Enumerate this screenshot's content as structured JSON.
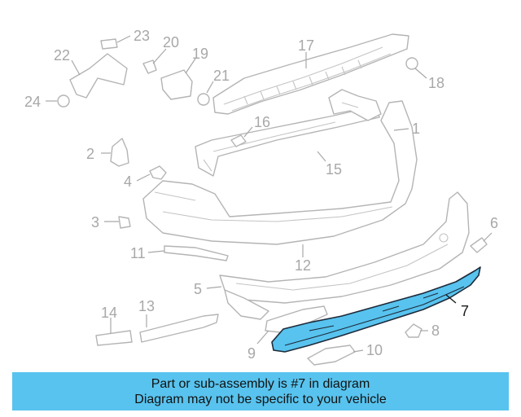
{
  "diagram": {
    "highlighted_part": "7",
    "callouts": {
      "c1": "1",
      "c2": "2",
      "c3": "3",
      "c4": "4",
      "c5": "5",
      "c6": "6",
      "c7": "7",
      "c8": "8",
      "c9": "9",
      "c10": "10",
      "c11": "11",
      "c12": "12",
      "c13": "13",
      "c14": "14",
      "c15": "15",
      "c16": "16",
      "c17": "17",
      "c18": "18",
      "c19": "19",
      "c20": "20",
      "c21": "21",
      "c22": "22",
      "c23": "23",
      "c24": "24"
    },
    "colors": {
      "highlight": "#58c3ee",
      "line": "#b4b4b4",
      "banner": "#58c3ee"
    }
  },
  "banner": {
    "line1": "Part or sub-assembly is #7 in diagram",
    "line2": "Diagram may not be specific to your vehicle"
  }
}
